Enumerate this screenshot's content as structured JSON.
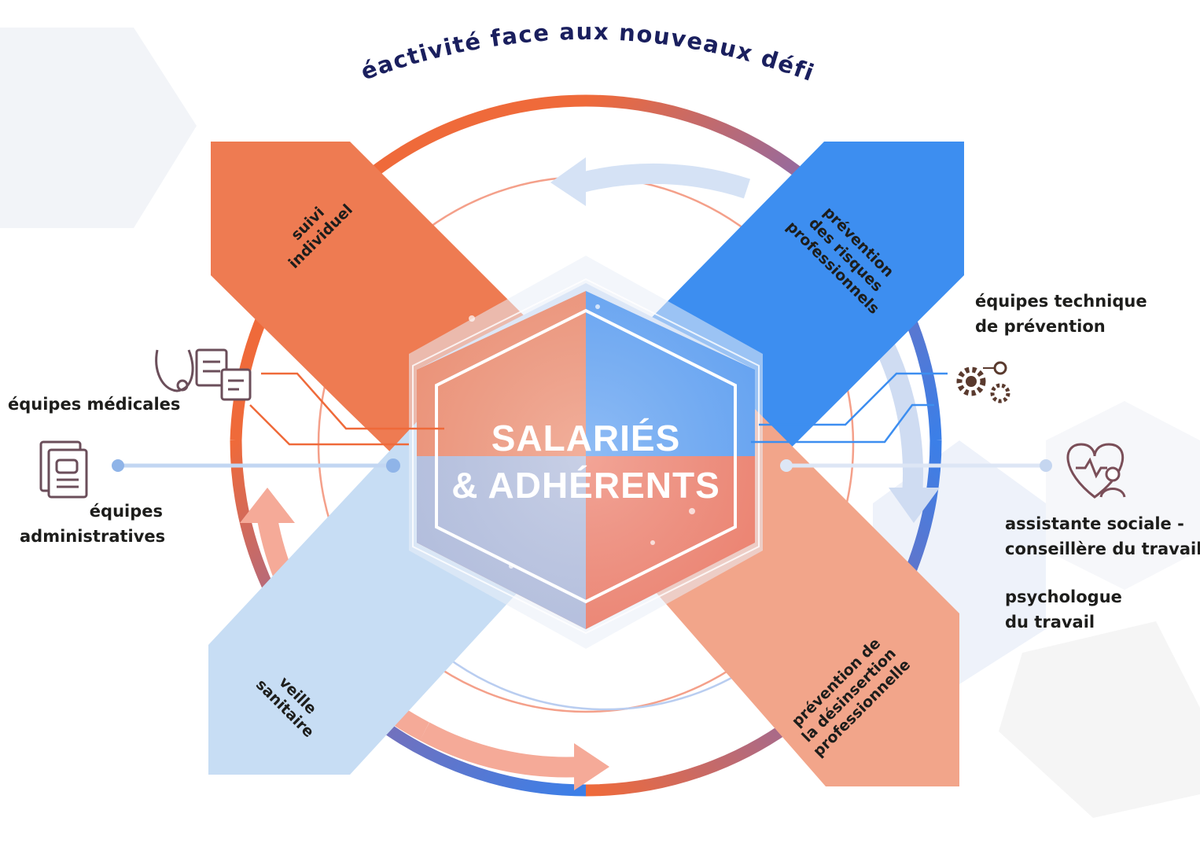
{
  "title": "Réactivité face aux nouveaux défis",
  "center": {
    "line1": "SALARIÉS",
    "line2": "& ADHÉRENTS"
  },
  "bands": {
    "top_left": {
      "line1": "suivi",
      "line2": "individuel"
    },
    "top_right": {
      "line1": "prévention",
      "line2": "des risques",
      "line3": "professionnels"
    },
    "bottom_left": {
      "line1": "veille",
      "line2": "sanitaire"
    },
    "bottom_right": {
      "line1": "prévention de",
      "line2": "la désinsertion",
      "line3": "professionnelle"
    }
  },
  "teams": {
    "medical": "équipes médicales",
    "admin": {
      "line1": "équipes",
      "line2": "administratives"
    },
    "technical": {
      "line1": "équipes technique",
      "line2": "de prévention"
    },
    "social": {
      "line1": "assistante sociale -",
      "line2": "conseillère du travail"
    },
    "psychologist": {
      "line1": "psychologue",
      "line2": "du travail"
    }
  },
  "icons": {
    "medical": "stethoscope-clipboard-icon",
    "admin": "document-icon",
    "technical": "gears-icon",
    "social": "heart-person-icon"
  },
  "colors": {
    "title": "#1a1f5e",
    "orange": "#ee7b52",
    "blue": "#3d8ef0",
    "light_blue": "#c7ddf4",
    "salmon": "#f2a58a",
    "ring_orange": "#ef6a3a",
    "ring_blue": "#3b7fe8",
    "text": "#1d1d1b"
  }
}
